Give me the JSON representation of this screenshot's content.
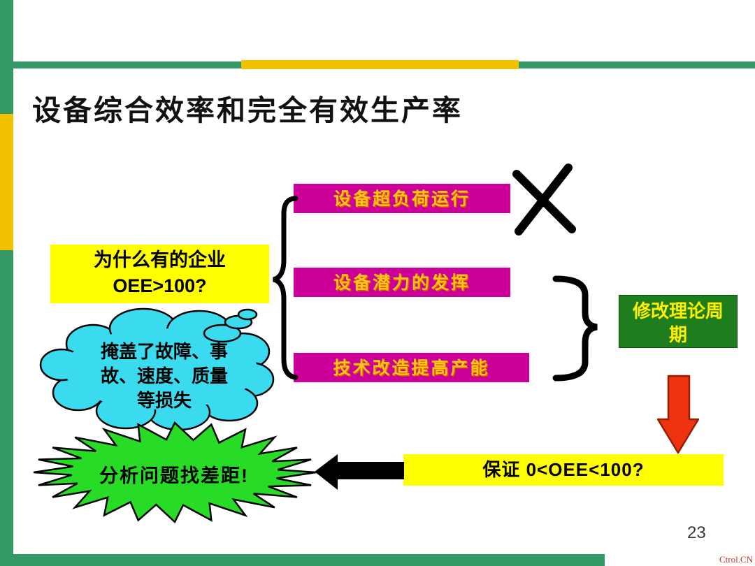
{
  "slide": {
    "title": "设备综合效率和完全有效生产率",
    "page_number": "23",
    "watermark": "Ctrol.CN"
  },
  "colors": {
    "template_green": "#339966",
    "template_gold": "#F2C200",
    "magenta_box": "#CC0099",
    "magenta_box_text": "#FFC61A",
    "yellow_box": "#FFFF00",
    "green_box": "#1E7E1E",
    "green_box_text": "#FFEE00",
    "cloud_cyan": "#3BDBEF",
    "star_green": "#27DB27",
    "arrow_red": "#EE3311",
    "arrow_black": "#000000"
  },
  "diagram": {
    "question_box": "为什么有的企业\nOEE>100?",
    "cause_boxes": [
      {
        "label": "设备超负荷运行"
      },
      {
        "label": "设备潜力的发挥"
      },
      {
        "label": "技术改造提高产能"
      }
    ],
    "modify_box": "修改理论周\n期",
    "ensure_box": "保证 0<OEE<100?",
    "cloud_note": "掩盖了故障、事\n故、速度、质量\n等损失",
    "burst_note": "分析问题找差距!"
  }
}
